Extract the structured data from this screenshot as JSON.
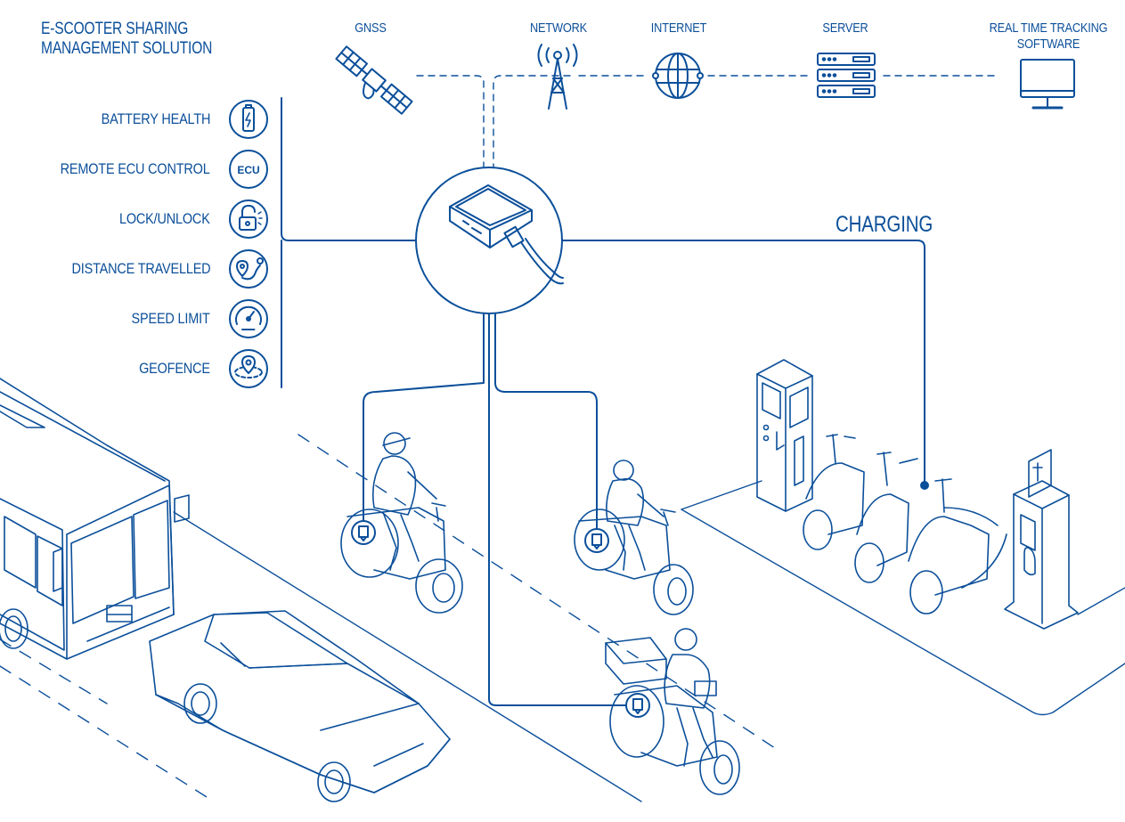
{
  "title": {
    "line1": "E-SCOOTER SHARING",
    "line2": "MANAGEMENT SOLUTION"
  },
  "top_nodes": [
    {
      "label": "GNSS",
      "icon": "satellite-icon"
    },
    {
      "label": "NETWORK",
      "icon": "cell-tower-icon"
    },
    {
      "label": "INTERNET",
      "icon": "globe-icon"
    },
    {
      "label": "SERVER",
      "icon": "server-icon"
    },
    {
      "label": "REAL TIME TRACKING SOFTWARE",
      "icon": "monitor-icon"
    }
  ],
  "features": [
    {
      "label": "BATTERY HEALTH",
      "icon": "battery-icon"
    },
    {
      "label": "REMOTE ECU CONTROL",
      "icon": "ecu-icon"
    },
    {
      "label": "LOCK/UNLOCK",
      "icon": "padlock-icon"
    },
    {
      "label": "DISTANCE TRAVELLED",
      "icon": "route-pin-icon"
    },
    {
      "label": "SPEED LIMIT",
      "icon": "speedometer-icon"
    },
    {
      "label": "GEOFENCE",
      "icon": "geofence-pin-icon"
    }
  ],
  "ecu_text": "ECU",
  "charging_label": "CHARGING",
  "colors": {
    "primary": "#0b4f9a",
    "background": "#ffffff"
  }
}
